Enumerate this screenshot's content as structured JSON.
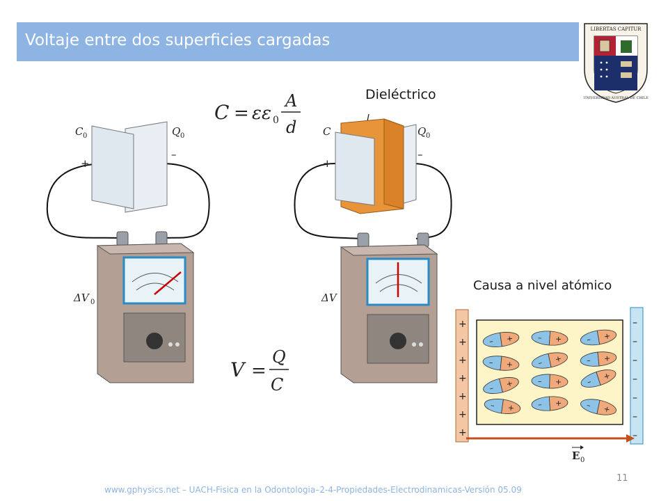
{
  "slide": {
    "title": "Voltaje entre dos superficies cargadas",
    "page_number": "11",
    "footer": "www.gphysics.net – UACH-Fisica en la Odontologia–2-4-Propiedades-Electrodinamicas-Versión 05.09"
  },
  "labels": {
    "dielectric": "Dieléctrico",
    "atomic_cause": "Causa a nivel atómico"
  },
  "formulas": {
    "capacitance": {
      "lhs": "C",
      "eq": "=",
      "coef": "εε",
      "sub": "0",
      "num": "A",
      "den": "d"
    },
    "voltage": {
      "lhs": "V",
      "eq": "=",
      "num": "Q",
      "den": "C"
    }
  },
  "figure_left": {
    "cap_label": "C",
    "cap_sub": "0",
    "charge_label": "Q",
    "charge_sub": "0",
    "plus": "+",
    "minus": "–",
    "meter_label": "ΔV",
    "meter_sub": "0"
  },
  "figure_right": {
    "cap_label": "C",
    "charge_label": "Q",
    "charge_sub": "0",
    "plus": "+",
    "minus": "–",
    "meter_label": "ΔV"
  },
  "atomic": {
    "plus_sign": "+",
    "minus_sign": "–",
    "field_label": "E",
    "field_sub": "0"
  },
  "crest": {
    "motto": "LIBERTAS CAPITUR",
    "ring_text": "UNIVERSIDAD AUSTRAL DE CHILE"
  }
}
